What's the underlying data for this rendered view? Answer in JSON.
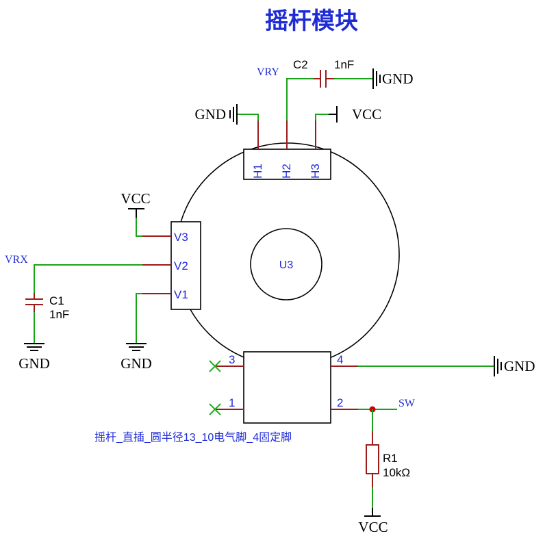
{
  "title": "摇杆模块",
  "component": {
    "ref": "U3",
    "footprint_label": "摇杆_直插_圆半径13_10电气脚_4固定脚",
    "horizontal_pins": [
      "H1",
      "H2",
      "H3"
    ],
    "vertical_pins": [
      "V3",
      "V2",
      "V1"
    ],
    "switch_pins": [
      "3",
      "4",
      "1",
      "2"
    ]
  },
  "capacitors": [
    {
      "ref": "C2",
      "value": "1nF"
    },
    {
      "ref": "C1",
      "value": "1nF"
    }
  ],
  "resistor": {
    "ref": "R1",
    "value": "10kΩ"
  },
  "nets": {
    "gnd": "GND",
    "vcc": "VCC",
    "vry": "VRY",
    "vrx": "VRX",
    "sw": "SW"
  },
  "colors": {
    "title": "#1f2bd6",
    "wire": "#1aa31a",
    "pin": "#9b1b1b",
    "label": "#1f2bd6",
    "junction": "#cc0000"
  }
}
